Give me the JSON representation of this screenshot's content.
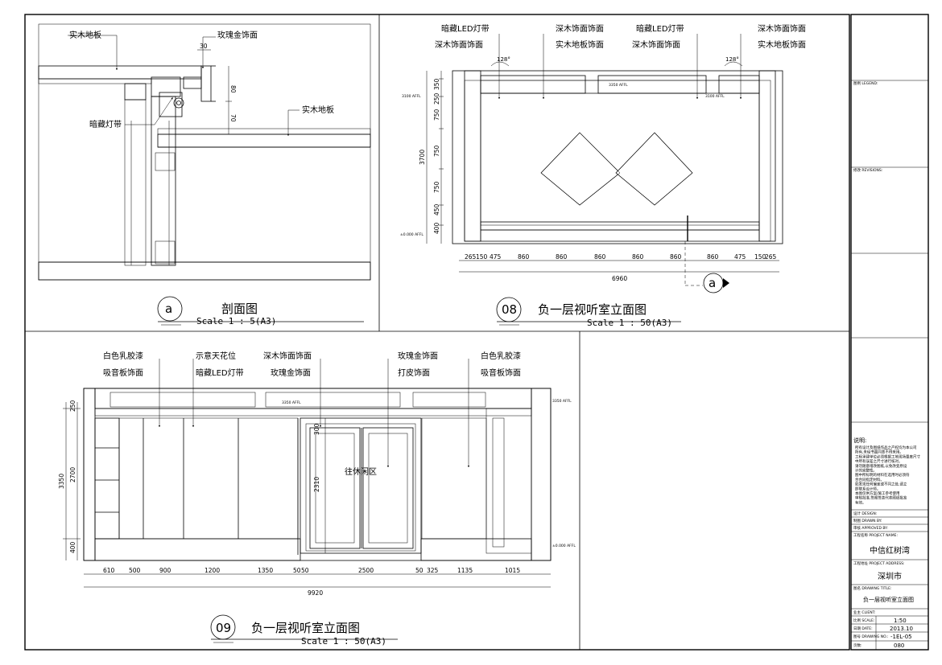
{
  "section_a": {
    "labels": [
      "实木地板",
      "玫瑰金饰面",
      "实木地板",
      "暗藏灯带"
    ],
    "dims": [
      "30",
      "80",
      "70"
    ],
    "tag": "a",
    "title": "剖面图",
    "scale": "Scale 1 : 5(A3)"
  },
  "elev08": {
    "labels_left": [
      "暗藏LED灯带",
      "深木饰面饰面"
    ],
    "labels_mid": [
      "深木饰面饰面",
      "实木地板饰面"
    ],
    "labels_right1": [
      "暗藏LED灯带",
      "深木饰面饰面"
    ],
    "labels_right2": [
      "深木饰面饰面",
      "实木地板饰面"
    ],
    "angles": [
      "128°",
      "128°"
    ],
    "levels": [
      "3100 AFFL",
      "3350 AFFL",
      "3100 AFFL",
      "±0.000 AFFL"
    ],
    "vdims": [
      "350",
      "250",
      "750",
      "750",
      "750",
      "450",
      "400",
      "3700"
    ],
    "hdims": [
      "265",
      "150",
      "475",
      "860",
      "860",
      "860",
      "860",
      "860",
      "860",
      "475",
      "150",
      "265"
    ],
    "total": "6960",
    "callout": "a",
    "tag": "08",
    "title": "负一层视听室立面图",
    "scale": "Scale 1 : 50(A3)"
  },
  "elev09": {
    "labels": [
      [
        "白色乳胶漆",
        "吸音板饰面"
      ],
      [
        "示意天花位",
        "暗藏LED灯带"
      ],
      [
        "深木饰面饰面",
        "玫瑰金饰面"
      ],
      [
        "玫瑰金饰面",
        "打皮饰面"
      ],
      [
        "白色乳胶漆",
        "吸音板饰面"
      ]
    ],
    "levels": [
      "3350 AFFL",
      "3350 AFFL",
      "±0.000 AFFL"
    ],
    "door_label": "往休闲区",
    "vdims": [
      "250",
      "2700",
      "400",
      "3350"
    ],
    "door_dims": [
      "300",
      "2310"
    ],
    "hdims": [
      "610",
      "500",
      "900",
      "1200",
      "1350",
      "50",
      "50",
      "2500",
      "50",
      "325",
      "1135",
      "1015"
    ],
    "total": "9920",
    "tag": "09",
    "title": "负一层视听室立面图",
    "scale": "Scale 1 : 50(A3)"
  },
  "title_block": {
    "legend": "图例 LEGEND:",
    "revision": "修改 REVISIONS:",
    "notes_title": "说明:",
    "notes": [
      "所有设计及图纸作品之产权均为本公司",
      "所有,未经书面同意不得采用。",
      "工程承建单位必须根据工地现场量度尺寸",
      "中所有误差之尺寸进行核对。",
      "请勿随意增改图纸,以免改变原设",
      "计的完整性。",
      "图中所标明的材料在选用时必须符",
      "合合同指定材料。",
      "如发现任何偏差或不同之处,请立",
      "即联系设计师。",
      "本图仅供方案/施工参考使用",
      "审核批准,签图签盖代表图纸批准",
      "有效。"
    ],
    "design": "设计 DESIGN:",
    "drawn": "制图 DRAWN BY:",
    "checked": "审核 APPROVED BY:",
    "project_label": "工程名称 PROJECT NAME:",
    "project_name": "中信红树湾",
    "address_label": "工程地址 PROJECT ADDRESS:",
    "address": "深圳市",
    "drawing_title_label": "图名 DRAWING TITLE:",
    "drawing_title": "负一层视听室立面图",
    "client_label": "业主 CLIENT:",
    "scale_label": "比例 SCALE:",
    "scale_value": "1:50",
    "date_label": "日期 DATE:",
    "date_value": "2013.10",
    "no_label": "图号 DRAWING NO.:",
    "no_value": "-1EL-05",
    "page_label": "页数:",
    "page_value": "080"
  }
}
